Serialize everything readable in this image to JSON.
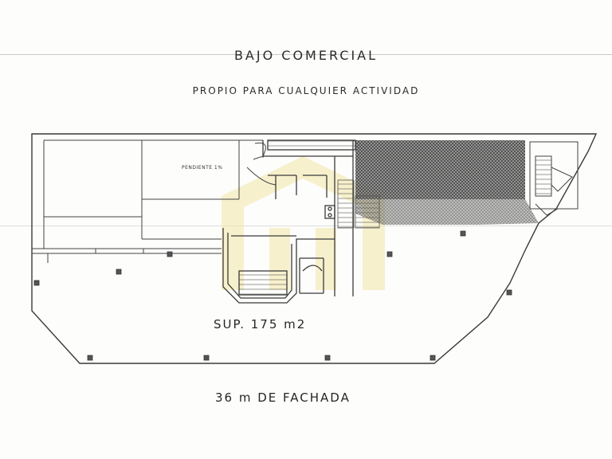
{
  "header": {
    "title": "BAJO COMERCIAL",
    "subtitle": "PROPIO PARA CUALQUIER ACTIVIDAD"
  },
  "plan": {
    "area_label": "SUP. 175 m2",
    "facade_label": "36 m DE FACHADA",
    "slope_note": "PENDIENTE 1%"
  },
  "colors": {
    "ink": "#3a3a3a",
    "watermark": "#f3e6a6",
    "hatch": "#555555"
  }
}
